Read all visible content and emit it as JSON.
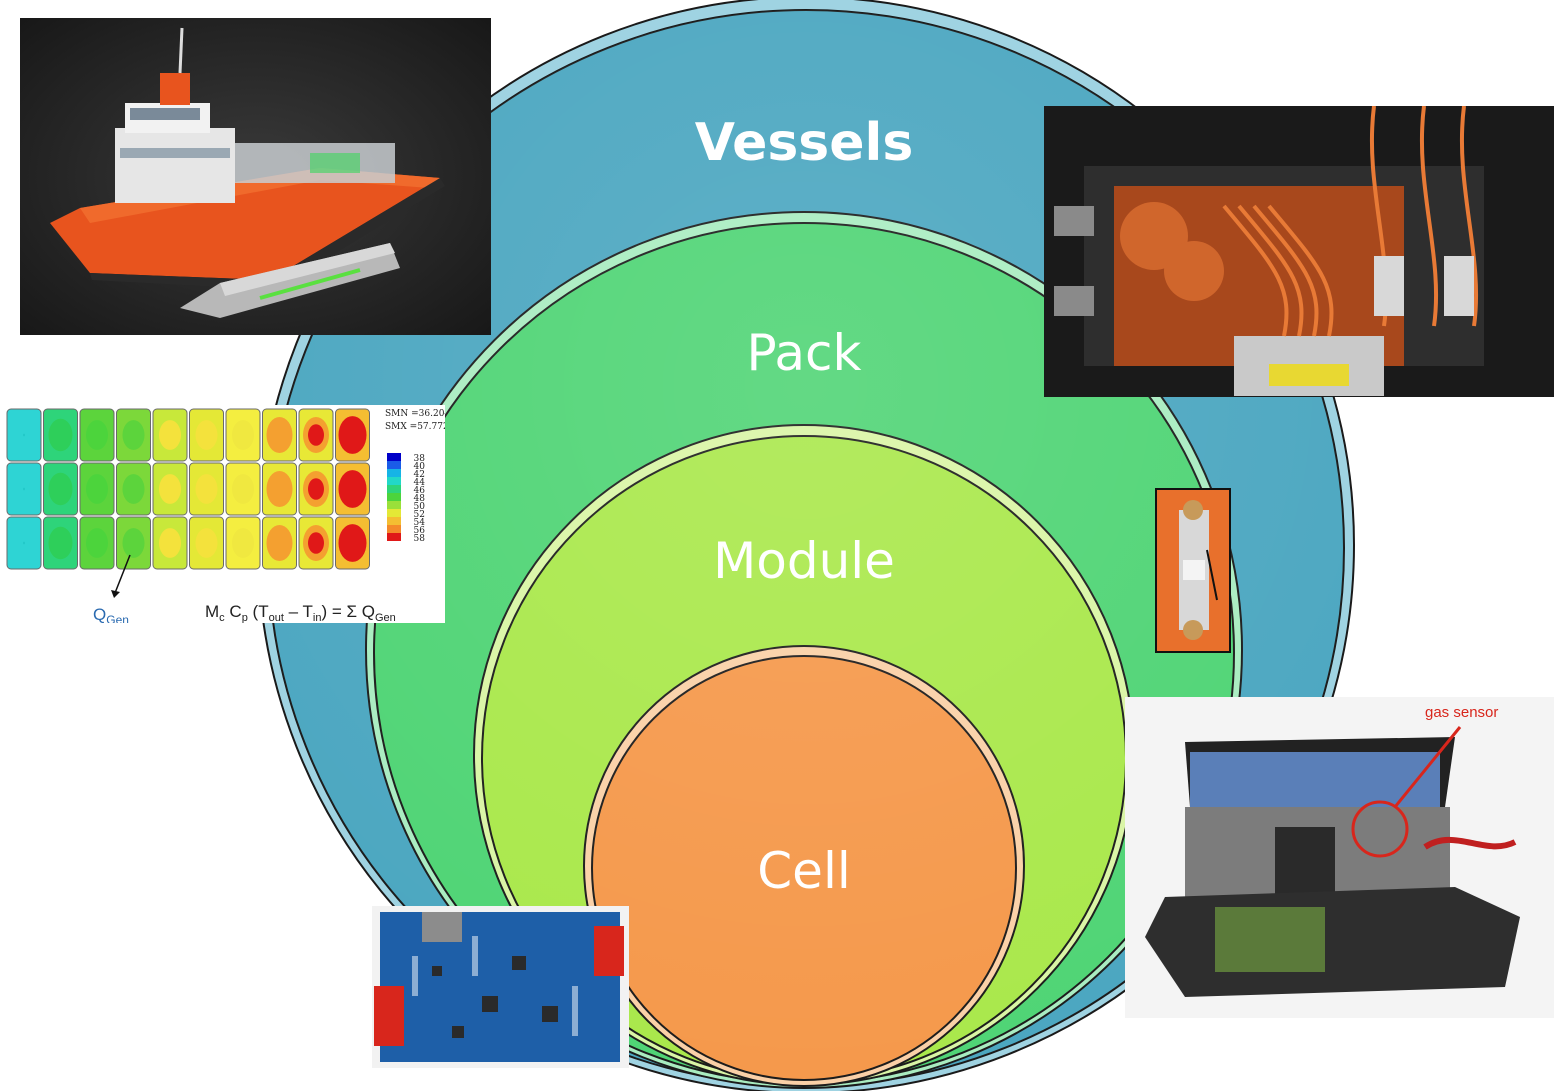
{
  "diagram": {
    "circles": [
      {
        "label": "Vessels",
        "color": "#4aa6c0",
        "bold": true
      },
      {
        "label": "Pack",
        "color": "#4ed474",
        "bold": false
      },
      {
        "label": "Module",
        "color": "#a9e84a",
        "bold": false
      },
      {
        "label": "Cell",
        "color": "#f5984a",
        "bold": false
      }
    ]
  },
  "thermal_figure": {
    "smn": "SMN =36.204",
    "smx": "SMX =57.772",
    "legend_values": [
      "38",
      "40",
      "42",
      "44",
      "46",
      "48",
      "50",
      "52",
      "54",
      "56",
      "58"
    ],
    "legend_colors": [
      "#0000c8",
      "#1a5ce8",
      "#16b4e6",
      "#22d8c8",
      "#2ed47a",
      "#4cd43c",
      "#9ae03a",
      "#e4e836",
      "#f4be32",
      "#f48a2a",
      "#e01818"
    ],
    "q_label": "Q",
    "q_sub": "Gen",
    "formula": {
      "m": "M",
      "m_sub": "c",
      "c": "C",
      "c_sub": "p",
      "t_out": "T",
      "t_out_sub": "out",
      "t_in": "T",
      "t_in_sub": "in",
      "rhs": "= Σ Q",
      "rhs_sub": "Gen"
    }
  },
  "annotations": {
    "gas_sensor": "gas sensor"
  },
  "colors": {
    "circle_outline": "#1a1a1a",
    "annotation_red": "#d8261c"
  }
}
